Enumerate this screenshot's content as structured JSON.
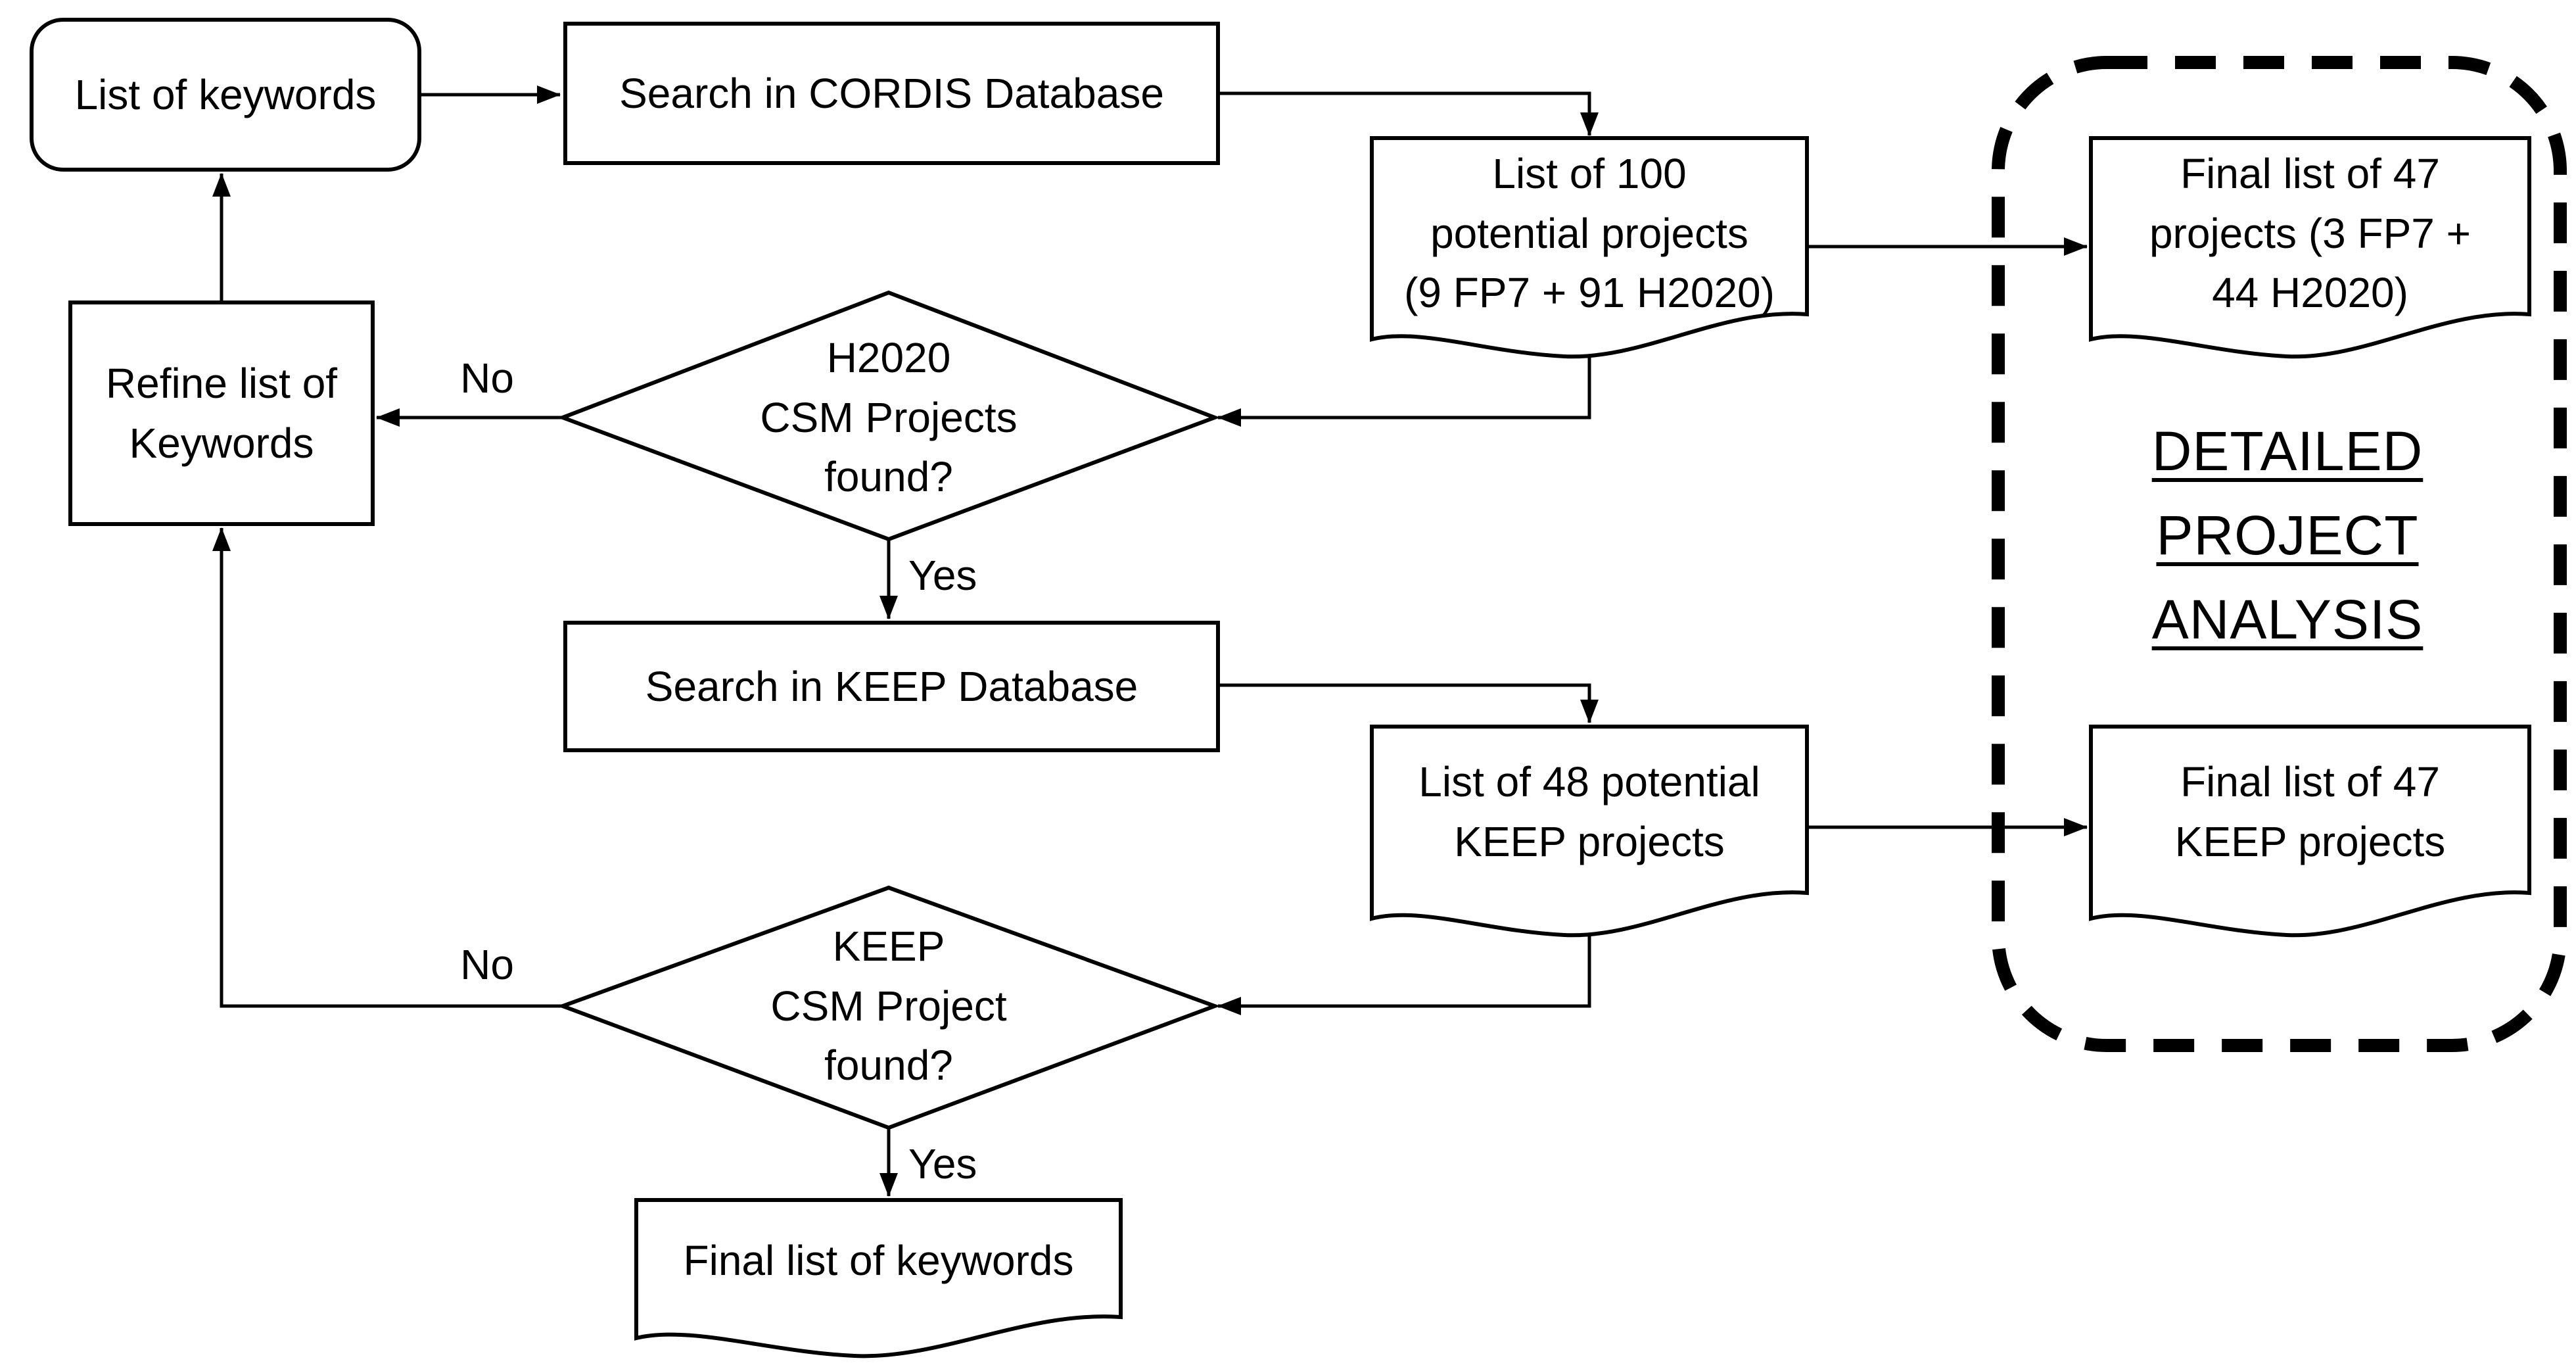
{
  "flowchart": {
    "colors": {
      "background": "#ffffff",
      "line": "#000000",
      "text": "#000000"
    },
    "nodes": {
      "start": {
        "label": "List of keywords",
        "shape": "rounded-rectangle"
      },
      "search_cordis": {
        "label": "Search in CORDIS Database",
        "shape": "rectangle"
      },
      "cordis_results": {
        "label": "List of 100\npotential projects\n(9 FP7 + 91 H2020)",
        "shape": "document"
      },
      "final_cordis": {
        "label": "Final list of 47\nprojects (3 FP7 +\n44 H2020)",
        "shape": "document"
      },
      "h2020_decision": {
        "label": "H2020\nCSM Projects\nfound?",
        "shape": "diamond"
      },
      "refine_keywords": {
        "label": "Refine list of\nKeywords",
        "shape": "rectangle"
      },
      "search_keep": {
        "label": "Search in KEEP Database",
        "shape": "rectangle"
      },
      "keep_results": {
        "label": "List of 48 potential\nKEEP projects",
        "shape": "document"
      },
      "final_keep": {
        "label": "Final list of 47\nKEEP projects",
        "shape": "document"
      },
      "keep_decision": {
        "label": "KEEP\nCSM Project\nfound?",
        "shape": "diamond"
      },
      "final_keywords": {
        "label": "Final list of keywords",
        "shape": "document"
      }
    },
    "edge_labels": {
      "h2020_no": "No",
      "h2020_yes": "Yes",
      "keep_no": "No",
      "keep_yes": "Yes"
    },
    "annotation": {
      "lines": [
        "DETAILED",
        "PROJECT",
        "ANALYSIS"
      ]
    }
  }
}
